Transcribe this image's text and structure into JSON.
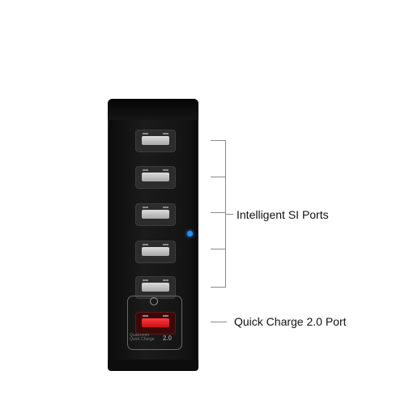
{
  "product": {
    "callouts": {
      "smart_ports": "Intelligent SI Ports",
      "quick_charge": "Quick Charge 2.0 Port"
    },
    "qc_badge": {
      "brand_line1": "Qualcomm",
      "brand_line2": "Quick Charge",
      "version": "2.0"
    },
    "colors": {
      "device_body": "#111111",
      "qc_port_accent": "#e0101a",
      "status_led": "#1e90ff"
    },
    "icons": [
      "usb-port-icon",
      "quick-charge-icon",
      "status-led"
    ]
  }
}
